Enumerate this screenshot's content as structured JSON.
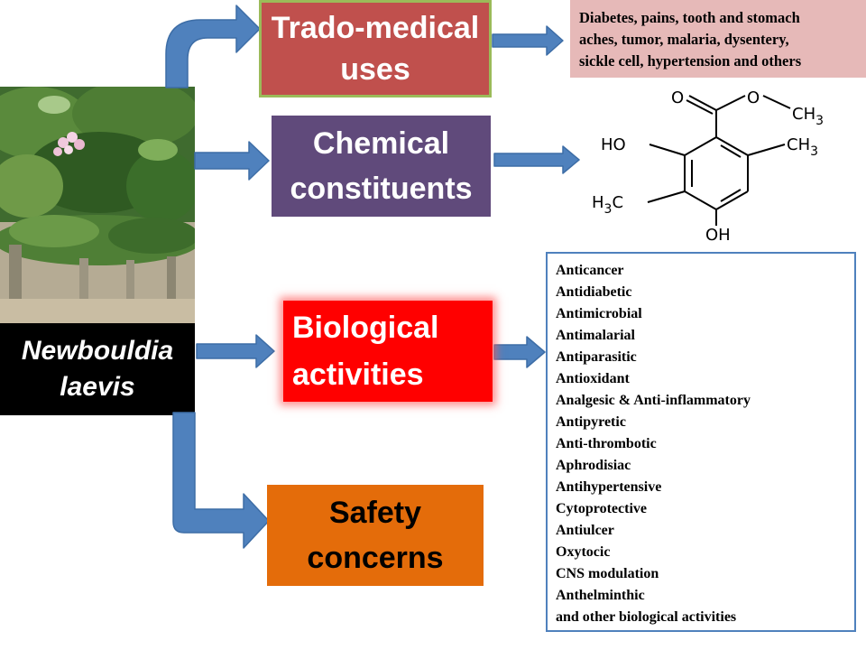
{
  "plant": {
    "species_line1": "Newbouldia",
    "species_line2": "laevis"
  },
  "topics": {
    "trado_medical": {
      "line1": "Trado-medical",
      "line2": "uses"
    },
    "chemical": {
      "line1": "Chemical",
      "line2": "constituents"
    },
    "biological": {
      "line1": "Biological",
      "line2": "activities"
    },
    "safety": {
      "line1": "Safety",
      "line2": "concerns"
    }
  },
  "uses": {
    "lines": [
      "Diabetes, pains, tooth and stomach",
      "aches, tumor,  malaria,  dysentery,",
      "sickle cell, hypertension and others"
    ]
  },
  "molecule": {
    "o_top": "O",
    "o_ester": "O",
    "ch3_ester": "CH",
    "ch3_ester_sub": "3",
    "ho": "HO",
    "ch3_ring": "CH",
    "ch3_ring_sub": "3",
    "h3c_h": "H",
    "h3c_sub": "3",
    "h3c_c": "C",
    "oh": "OH"
  },
  "activities": [
    "Anticancer",
    "Antidiabetic",
    "Antimicrobial",
    "Antimalarial",
    "Antiparasitic",
    "Antioxidant",
    "Analgesic & Anti-inflammatory",
    "Antipyretic",
    "Anti-thrombotic",
    "Aphrodisiac",
    "Antihypertensive",
    "Cytoprotective",
    "Antiulcer",
    "Oxytocic",
    "CNS modulation",
    "Anthelminthic",
    "and other biological activities"
  ],
  "colors": {
    "arrow": "#4f81bd",
    "trado": "#c0504d",
    "chemical": "#604a7b",
    "biological": "#ff0000",
    "safety": "#e46c0a",
    "uses_bg": "#e6b9b8"
  }
}
